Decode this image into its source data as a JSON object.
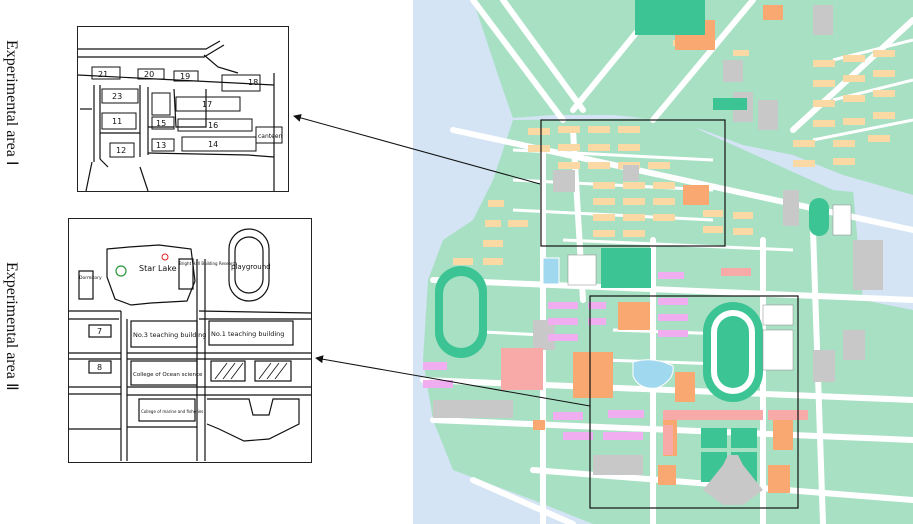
{
  "labels": {
    "area1": "Experimental area Ⅰ",
    "area2": "Experimental area Ⅱ"
  },
  "sketch1": {
    "buildings": [
      "21",
      "20",
      "19",
      "18",
      "23",
      "17",
      "11",
      "15",
      "16",
      "12",
      "13",
      "14",
      "canteen"
    ]
  },
  "sketch2": {
    "star_lake": "Star Lake",
    "school_sign": "Bright Hall Building Research",
    "dormitory": "Dormitory",
    "playground": "playground",
    "no3": "No.3 teaching building",
    "no1": "No.1 teaching building",
    "b7": "7",
    "b8": "8",
    "college_ocean": "College of Ocean science",
    "college_marine": "College of marine and fisheries"
  },
  "colors": {
    "water": "#d4e4f4",
    "green": "#a8e0c4",
    "dark_green": "#3cc494",
    "residential": "#fbd9a4",
    "teaching": "#f0aef0",
    "orange": "#f8a870",
    "grey": "#c8c8c8",
    "pink": "#f8aaa8",
    "road": "#ffffff"
  }
}
